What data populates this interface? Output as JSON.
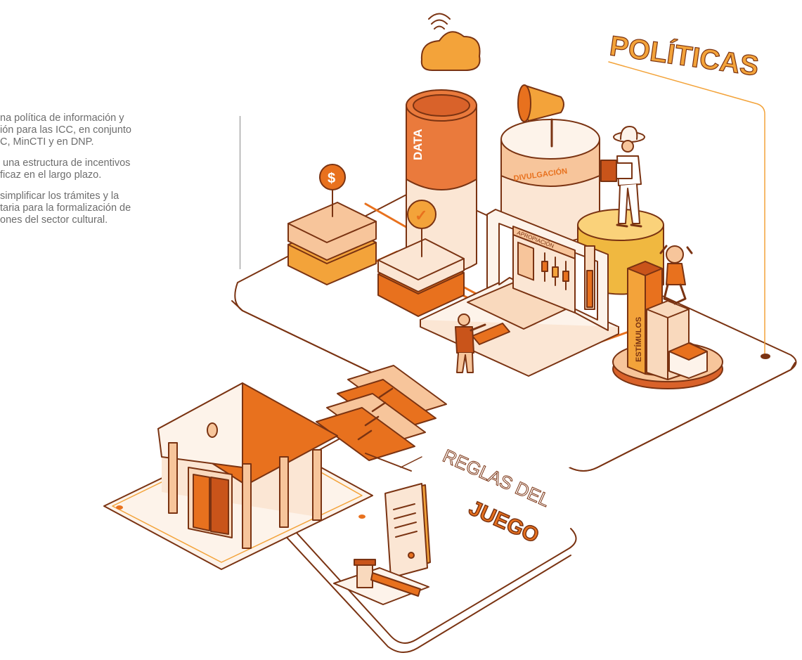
{
  "intro_text": {
    "paragraphs": [
      "na política de información y\nión para las ICC, en conjunto\nC, MinCTI y en DNP.",
      " una estructura de incentivos\nficaz en el largo plazo.",
      "simplificar los trámites y la\ntaria para la formalización de\nones del sector cultural."
    ]
  },
  "sections": {
    "politicas_title": "POLÍTICAS",
    "reglas_line1": "REGLAS DEL",
    "reglas_line2": "JUEGO"
  },
  "labels": {
    "data": "DATA",
    "divulgacion": "DIVULGACIÓN",
    "apropiacion": "APROPIACIÓN",
    "estimulos": "ESTÍMULOS",
    "coin_symbol": "$",
    "check_symbol": "✓"
  },
  "colors": {
    "outline": "#7a3312",
    "orange": "#e8711e",
    "dark_orange": "#c9541a",
    "light": "#f9d9bd",
    "peach": "#f7c59b",
    "amber": "#f3a33a",
    "cream": "#fdf3ea"
  }
}
